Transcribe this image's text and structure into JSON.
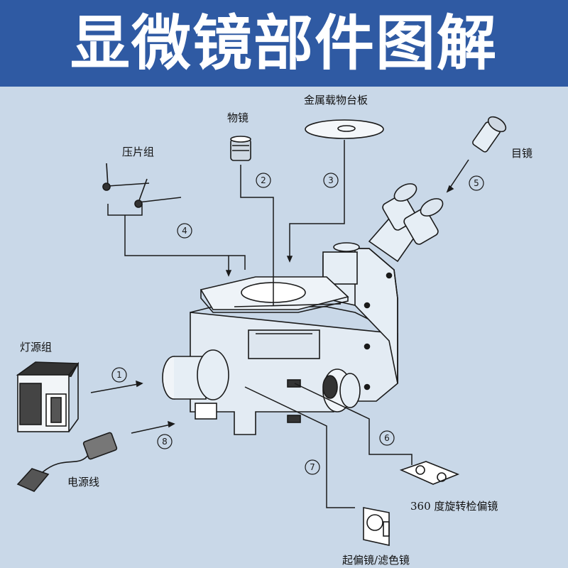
{
  "title": "显微镜部件图解",
  "parts": {
    "light_group": "灯源组",
    "power_cord": "电源线",
    "clamp_group": "压片组",
    "objective": "物镜",
    "stage_plate": "金属载物台板",
    "eyepiece": "目镜",
    "analyzer": "360 度旋转检偏镜",
    "polarizer_filter": "起偏镜/滤色镜"
  },
  "callouts": [
    "①",
    "②",
    "③",
    "④",
    "⑤",
    "⑥",
    "⑦",
    "⑧"
  ],
  "colors": {
    "banner": "#2f5aa3",
    "background": "#c9d8e8",
    "line": "#1a1a1a"
  }
}
